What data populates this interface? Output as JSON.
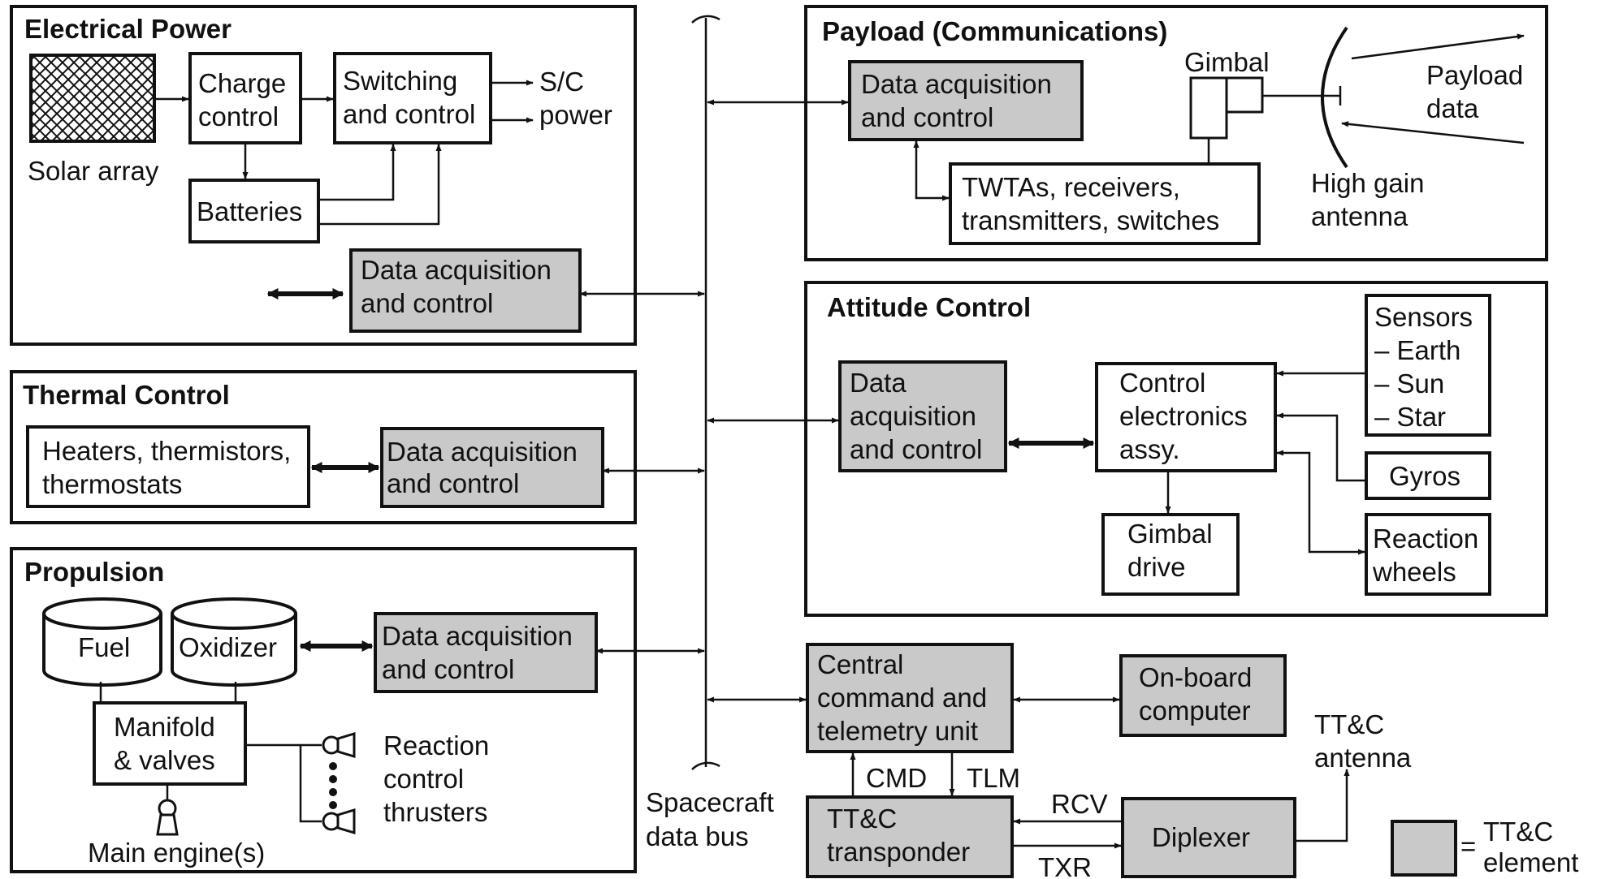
{
  "colors": {
    "ttc_element": "#c9c9c9",
    "line": "#111111",
    "background": "#ffffff"
  },
  "subsystems": {
    "electrical": {
      "title": "Electrical Power",
      "solar_array": "Solar array",
      "charge_control": [
        "Charge",
        "control"
      ],
      "switching": [
        "Switching",
        "and control"
      ],
      "sc_power": [
        "S/C",
        "power"
      ],
      "batteries": "Batteries",
      "daq": [
        "Data acquisition",
        "and control"
      ]
    },
    "thermal": {
      "title": "Thermal Control",
      "heaters": [
        "Heaters, thermistors,",
        "thermostats"
      ],
      "daq": [
        "Data acquisition",
        "and control"
      ]
    },
    "propulsion": {
      "title": "Propulsion",
      "fuel": "Fuel",
      "oxidizer": "Oxidizer",
      "daq": [
        "Data acquisition",
        "and control"
      ],
      "manifold": [
        "Manifold",
        "& valves"
      ],
      "rcs": [
        "Reaction",
        "control",
        "thrusters"
      ],
      "main_engine": "Main engine(s)"
    },
    "payload": {
      "title": "Payload (Communications)",
      "daq": [
        "Data acquisition",
        "and control"
      ],
      "gimbal": "Gimbal",
      "twtas": [
        "TWTAs, receivers,",
        "transmitters, switches"
      ],
      "payload_data": [
        "Payload",
        "data"
      ],
      "hga": [
        "High gain",
        "antenna"
      ]
    },
    "attitude": {
      "title": "Attitude Control",
      "daq": [
        "Data",
        "acquisition",
        "and control"
      ],
      "control_electronics": [
        "Control",
        "electronics",
        "assy."
      ],
      "sensors": [
        "Sensors",
        "– Earth",
        "– Sun",
        "– Star"
      ],
      "gyros": "Gyros",
      "reaction_wheels": [
        "Reaction",
        "wheels"
      ],
      "gimbal_drive": [
        "Gimbal",
        "drive"
      ]
    }
  },
  "ttc": {
    "cctu": [
      "Central",
      "command and",
      "telemetry unit"
    ],
    "obc": [
      "On-board",
      "computer"
    ],
    "transponder": [
      "TT&C",
      "transponder"
    ],
    "diplexer": "Diplexer",
    "antenna": [
      "TT&C",
      "antenna"
    ],
    "cmd": "CMD",
    "tlm": "TLM",
    "rcv": "RCV",
    "txr": "TXR"
  },
  "bus": [
    "Spacecraft",
    "data bus"
  ],
  "legend": {
    "label": [
      "TT&C",
      "element"
    ],
    "equals": "="
  }
}
